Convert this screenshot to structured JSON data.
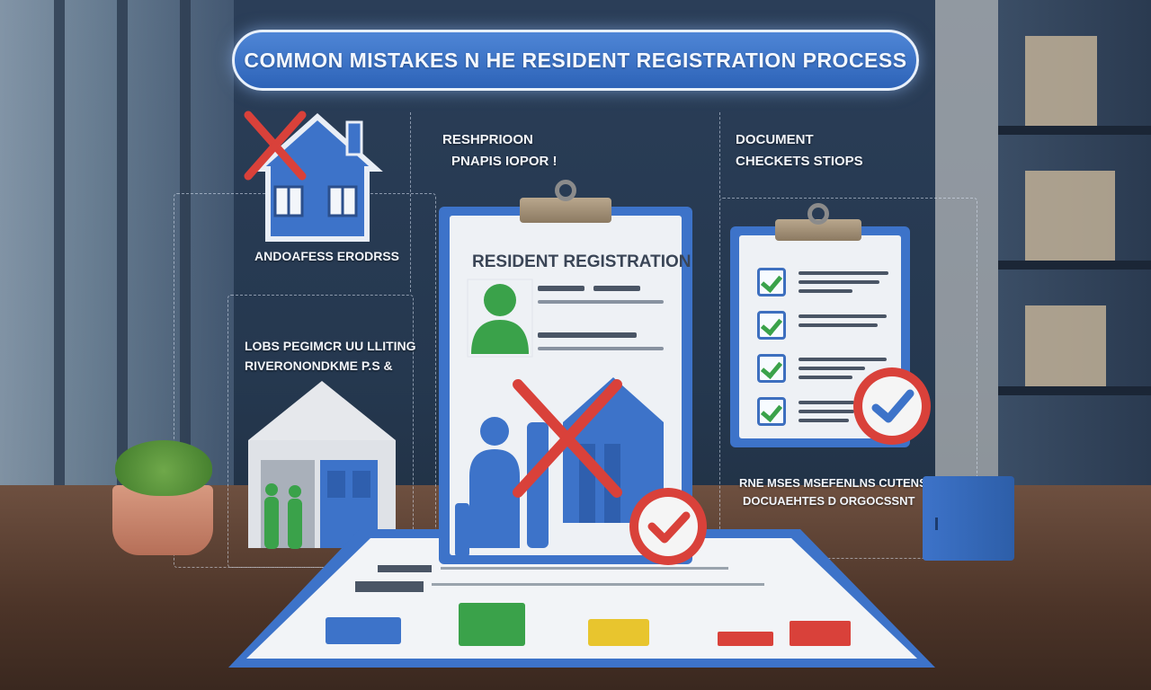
{
  "title": "COMMON MISTAKES N HE RESIDENT REGISTRATION PROCESS",
  "labels": {
    "address_errors": "ANDOAFESS ERODRSS",
    "left_caption_line1": "LOBS PEGIMCR UU LLITING",
    "left_caption_line2": "RIVERONONDKME P.S &",
    "center_heading_line1": "RESHPRIOON",
    "center_heading_line2": "PNAPIS IOPOR !",
    "right_heading_line1": "DOCUMENT",
    "right_heading_line2": "CHECKETS STIOPS",
    "right_caption_line1": "RNE MSES MSEFENLNS CUTENS",
    "right_caption_line2": "DOCUAEHTES D ORGOCSSNT",
    "form_title": "RESIDENT REGISTRATION"
  },
  "colors": {
    "accent_blue": "#3d73c9",
    "error_red": "#d9413a",
    "check_green": "#3aa24a",
    "mat_bars": [
      "#3d73c9",
      "#3aa24a",
      "#e8c52e",
      "#d9413a",
      "#d9413a"
    ]
  },
  "icons": [
    "house-icon",
    "x-mark-icon",
    "person-icon",
    "checkmark-icon",
    "clipboard-icon",
    "checkbox-icon"
  ]
}
